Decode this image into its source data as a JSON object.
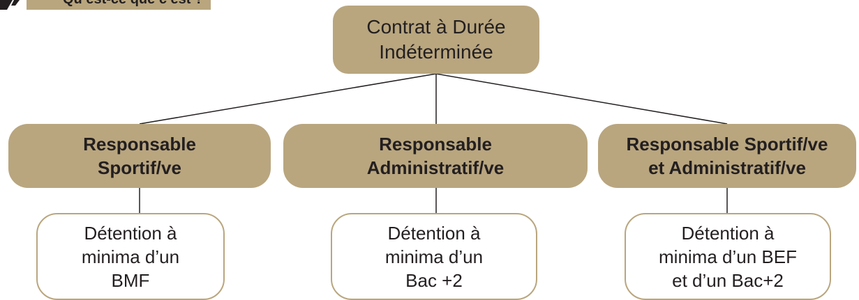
{
  "header_tab": {
    "label": "Qu’est-ce que c’est ?"
  },
  "root": {
    "line1": "Contrat à Durée",
    "line2": "Indéterminée"
  },
  "roles": [
    {
      "line1": "Responsable",
      "line2": "Sportif/ve"
    },
    {
      "line1": "Responsable",
      "line2": "Administratif/ve"
    },
    {
      "line1": "Responsable Sportif/ve",
      "line2": "et Administratif/ve"
    }
  ],
  "requirements": [
    {
      "line1": "Détention à",
      "line2": "minima d’un",
      "line3": "BMF"
    },
    {
      "line1": "Détention à",
      "line2": "minima d’un",
      "line3": "Bac +2"
    },
    {
      "line1": "Détention à",
      "line2": "minima d’un BEF",
      "line3": "et d’un Bac+2"
    }
  ],
  "colors": {
    "accent": "#b9a67f",
    "text": "#231f20",
    "line": "#231f20"
  }
}
